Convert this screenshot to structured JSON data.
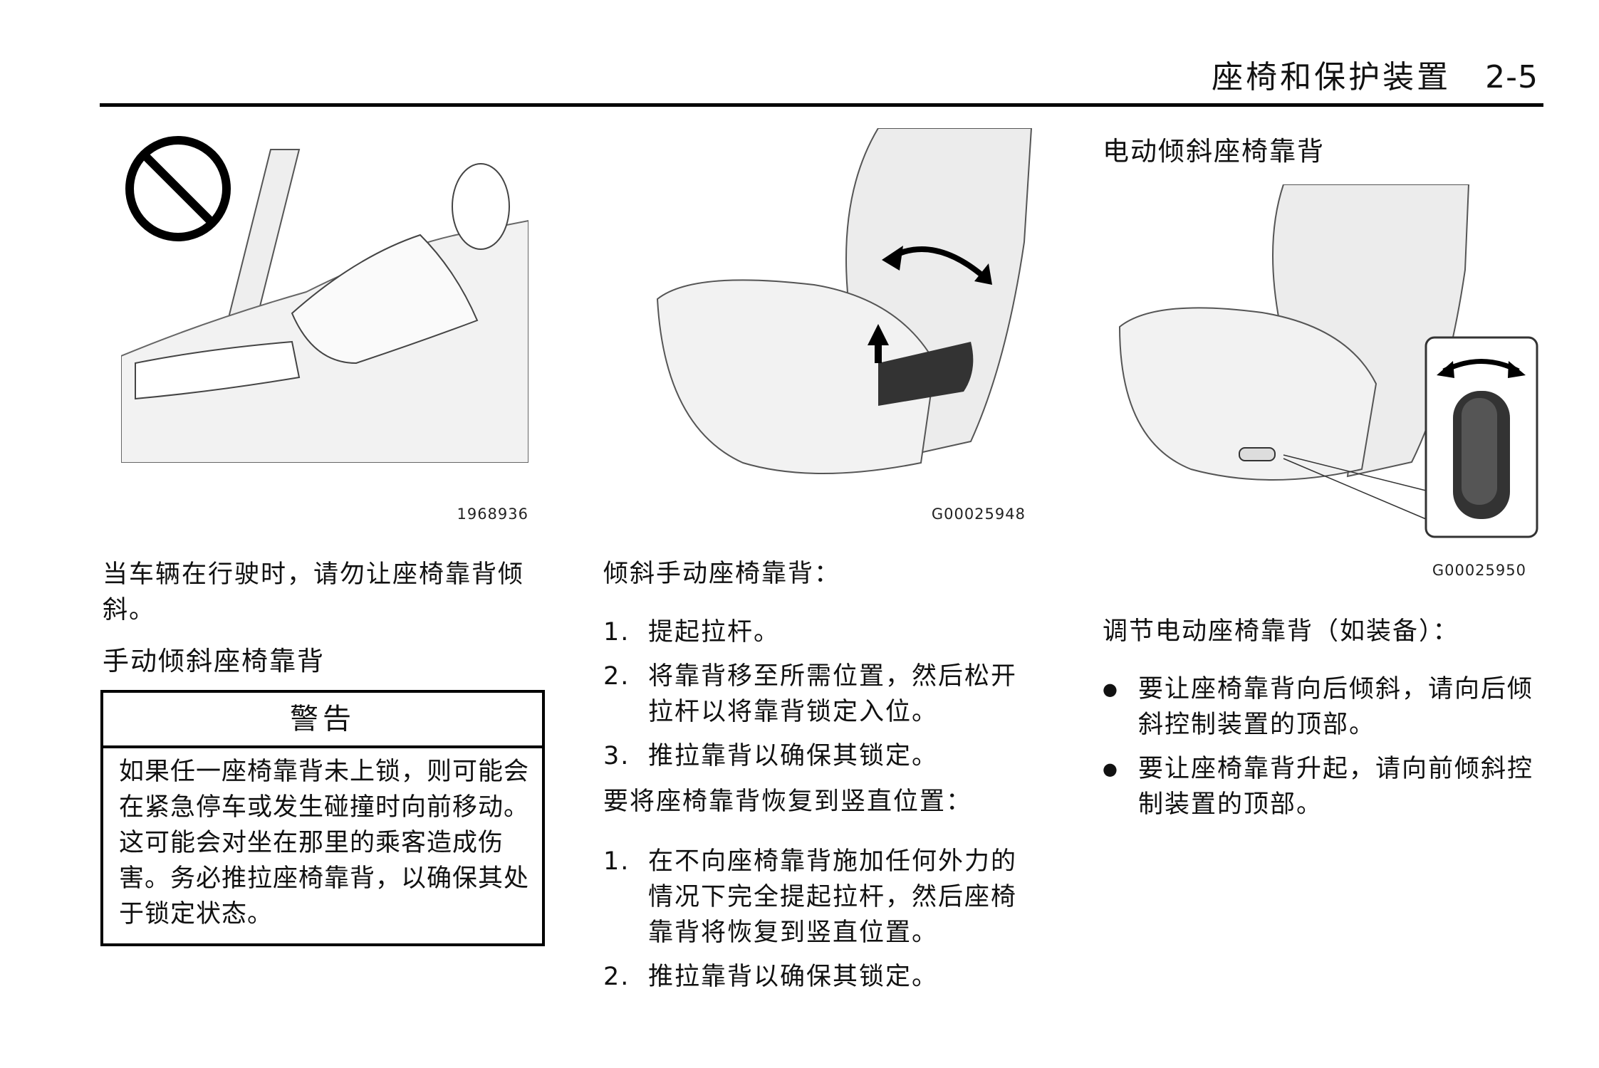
{
  "header": {
    "section_title": "座椅和保护装置",
    "page_number": "2-5"
  },
  "col1": {
    "figure_id": "1968936",
    "caution_text": "当车辆在行驶时，请勿让座椅靠背倾斜。",
    "heading": "手动倾斜座椅靠背",
    "warning": {
      "title": "警告",
      "body": "如果任一座椅靠背未上锁，则可能会在紧急停车或发生碰撞时向前移动。这可能会对坐在那里的乘客造成伤害。务必推拉座椅靠背，以确保其处于锁定状态。"
    }
  },
  "col2": {
    "figure_id": "G00025948",
    "recline_intro": "倾斜手动座椅靠背：",
    "recline_steps": [
      {
        "num": "1.",
        "text": "提起拉杆。"
      },
      {
        "num": "2.",
        "text": "将靠背移至所需位置，然后松开拉杆以将靠背锁定入位。"
      },
      {
        "num": "3.",
        "text": "推拉靠背以确保其锁定。"
      }
    ],
    "upright_intro": "要将座椅靠背恢复到竖直位置：",
    "upright_steps": [
      {
        "num": "1.",
        "text": "在不向座椅靠背施加任何外力的情况下完全提起拉杆，然后座椅靠背将恢复到竖直位置。"
      },
      {
        "num": "2.",
        "text": "推拉靠背以确保其锁定。"
      }
    ]
  },
  "col3": {
    "heading": "电动倾斜座椅靠背",
    "figure_id": "G00025950",
    "intro": "调节电动座椅靠背（如装备）：",
    "bullets": [
      {
        "mark": "●",
        "text": "要让座椅靠背向后倾斜，请向后倾斜控制装置的顶部。"
      },
      {
        "mark": "●",
        "text": "要让座椅靠背升起，请向前倾斜控制装置的顶部。"
      }
    ]
  }
}
